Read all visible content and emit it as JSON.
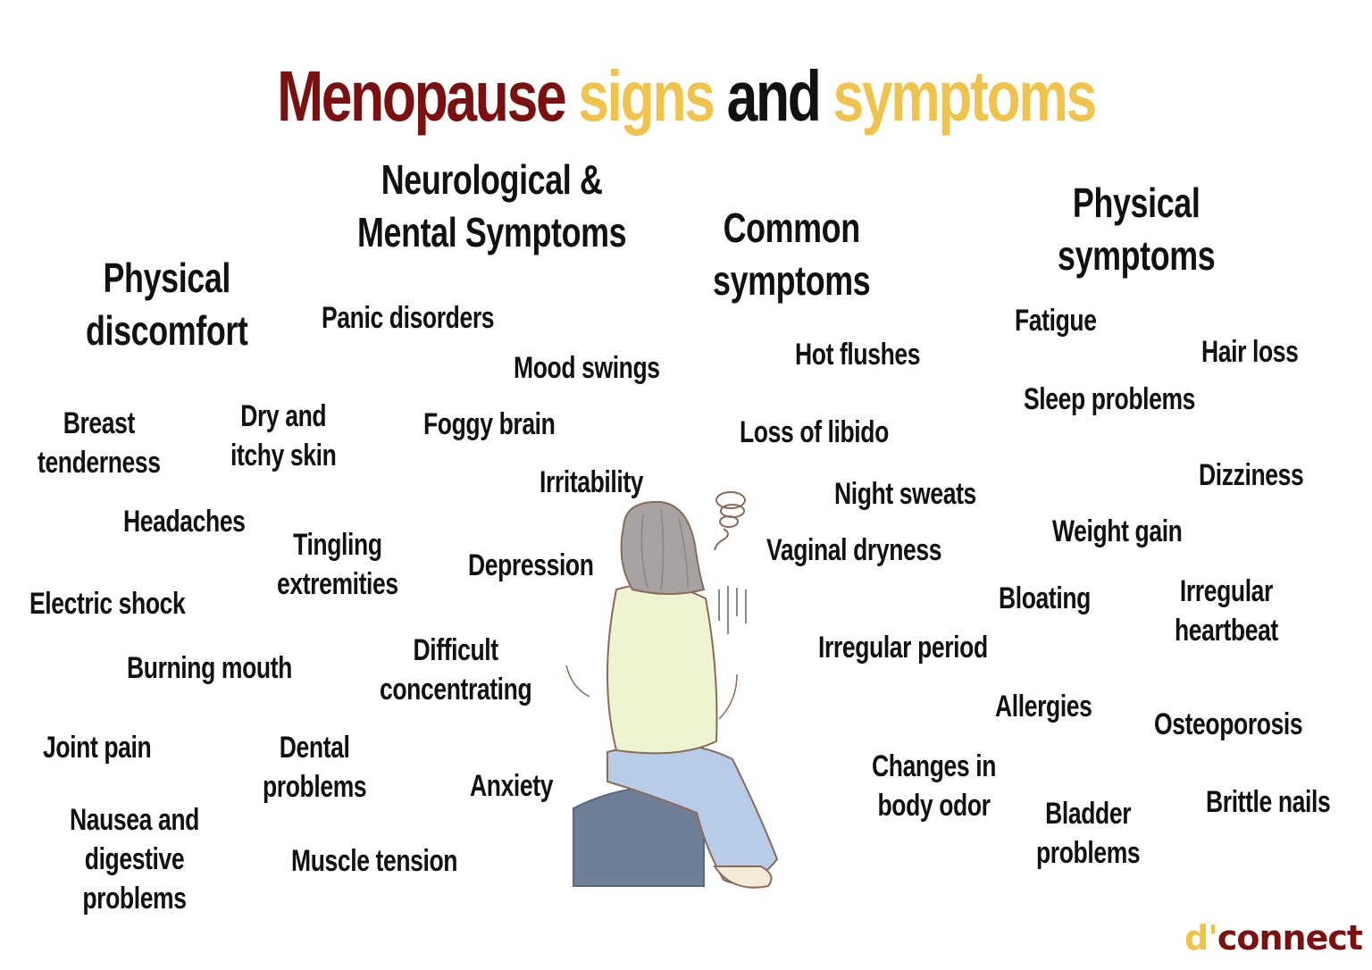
{
  "title": {
    "part1": "Menopause",
    "part2": "signs",
    "part3": "and",
    "part4": "symptoms",
    "colors": {
      "part1": "#7a1010",
      "part2": "#f0c44c",
      "part3": "#111111",
      "part4": "#f0c44c"
    }
  },
  "categories": {
    "physical_discomfort": [
      "Physical",
      "discomfort"
    ],
    "neuro_mental": [
      "Neurological &",
      "Mental Symptoms"
    ],
    "common": [
      "Common",
      "symptoms"
    ],
    "physical_symptoms": [
      "Physical",
      "symptoms"
    ]
  },
  "symptoms": {
    "physical_discomfort": [
      [
        "Breast",
        "tenderness"
      ],
      [
        "Dry and",
        "itchy skin"
      ],
      [
        "Headaches"
      ],
      [
        "Tingling",
        "extremities"
      ],
      [
        "Electric shock"
      ],
      [
        "Burning mouth"
      ],
      [
        "Joint pain"
      ],
      [
        "Dental",
        "problems"
      ],
      [
        "Nausea and",
        "digestive",
        "problems"
      ],
      [
        "Muscle tension"
      ]
    ],
    "neuro_mental": [
      [
        "Panic disorders"
      ],
      [
        "Mood swings"
      ],
      [
        "Foggy brain"
      ],
      [
        "Irritability"
      ],
      [
        "Depression"
      ],
      [
        "Difficult",
        "concentrating"
      ],
      [
        "Anxiety"
      ]
    ],
    "common": [
      [
        "Hot flushes"
      ],
      [
        "Loss of libido"
      ],
      [
        "Night sweats"
      ],
      [
        "Vaginal dryness"
      ],
      [
        "Irregular period"
      ],
      [
        "Changes in",
        "body odor"
      ]
    ],
    "physical_symptoms": [
      [
        "Fatigue"
      ],
      [
        "Hair loss"
      ],
      [
        "Sleep problems"
      ],
      [
        "Dizziness"
      ],
      [
        "Weight gain"
      ],
      [
        "Bloating"
      ],
      [
        "Irregular",
        "heartbeat"
      ],
      [
        "Allergies"
      ],
      [
        "Osteoporosis"
      ],
      [
        "Bladder",
        "problems"
      ],
      [
        "Brittle nails"
      ]
    ]
  },
  "logo": {
    "part1": "d'",
    "part2": "connect",
    "color1": "#f0c44c",
    "color2": "#7a1010"
  }
}
